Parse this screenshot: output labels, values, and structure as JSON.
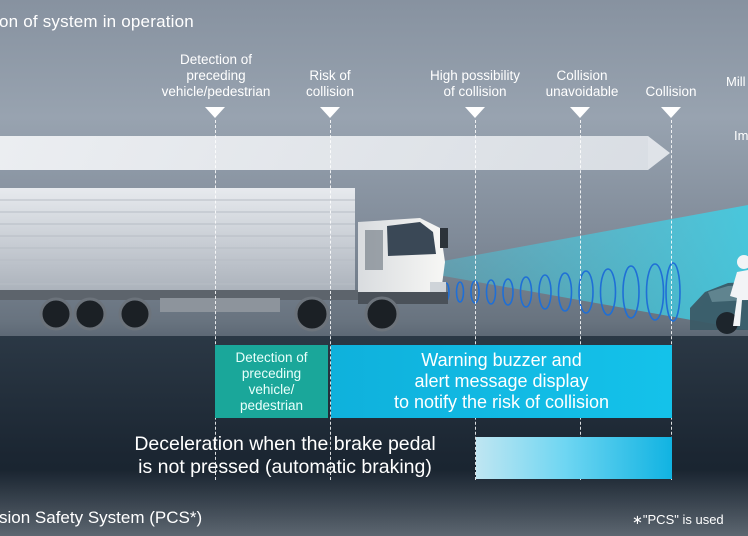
{
  "header": {
    "title": "on of system in operation"
  },
  "stages": [
    {
      "id": "detection",
      "label": "Detection of\npreceding\nvehicle/pedestrian"
    },
    {
      "id": "risk",
      "label": "Risk of\ncollision"
    },
    {
      "id": "high",
      "label": "High possibility\nof collision"
    },
    {
      "id": "unavoidable",
      "label": "Collision\nunavoidable"
    },
    {
      "id": "collision",
      "label": "Collision"
    }
  ],
  "edge_labels": {
    "top_right": "Mill",
    "mid_right": "Im"
  },
  "boxes": {
    "detection": "Detection of\npreceding\nvehicle/\npedestrian",
    "warning": "Warning buzzer and\nalert message display\nto notify the risk of collision",
    "braking": "Deceleration when the brake pedal\nis not pressed (automatic braking)"
  },
  "footer": {
    "title": "sion Safety System (PCS*)",
    "note": "∗\"PCS\" is used"
  },
  "colors": {
    "detection_box": "#1aa79a",
    "warning_box": "#14c2ea",
    "radar": "#3fd0e6",
    "truck_cab": "#f2f2f0"
  }
}
